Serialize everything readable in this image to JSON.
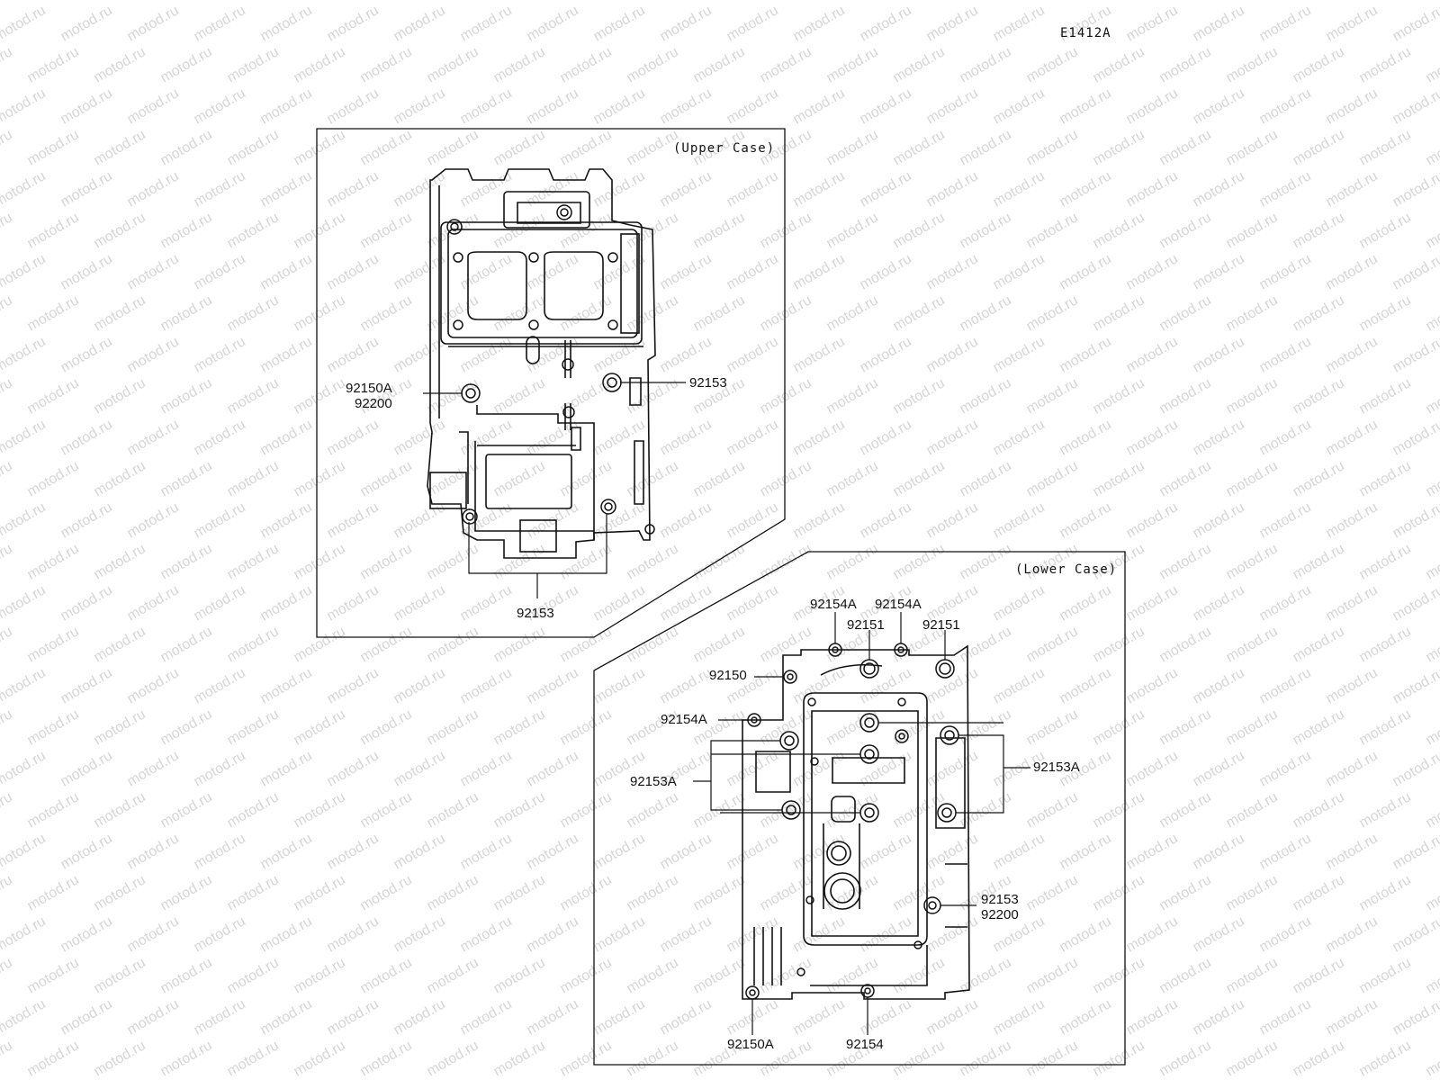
{
  "diagram": {
    "code": "E1412A",
    "watermark": "motod.ru",
    "upper_case": {
      "title": "(Upper Case)",
      "callouts": {
        "left_a": "92150A",
        "left_b": "92200",
        "right": "92153",
        "bottom": "92153"
      }
    },
    "lower_case": {
      "title": "(Lower Case)",
      "callouts": {
        "top_1": "92154A",
        "top_2": "92154A",
        "top_3": "92151",
        "top_4": "92151",
        "left_1": "92150",
        "left_2": "92154A",
        "left_3": "92153A",
        "right_1": "92153A",
        "right_2a": "92153",
        "right_2b": "92200",
        "bottom_1": "92150A",
        "bottom_2": "92154"
      }
    }
  }
}
